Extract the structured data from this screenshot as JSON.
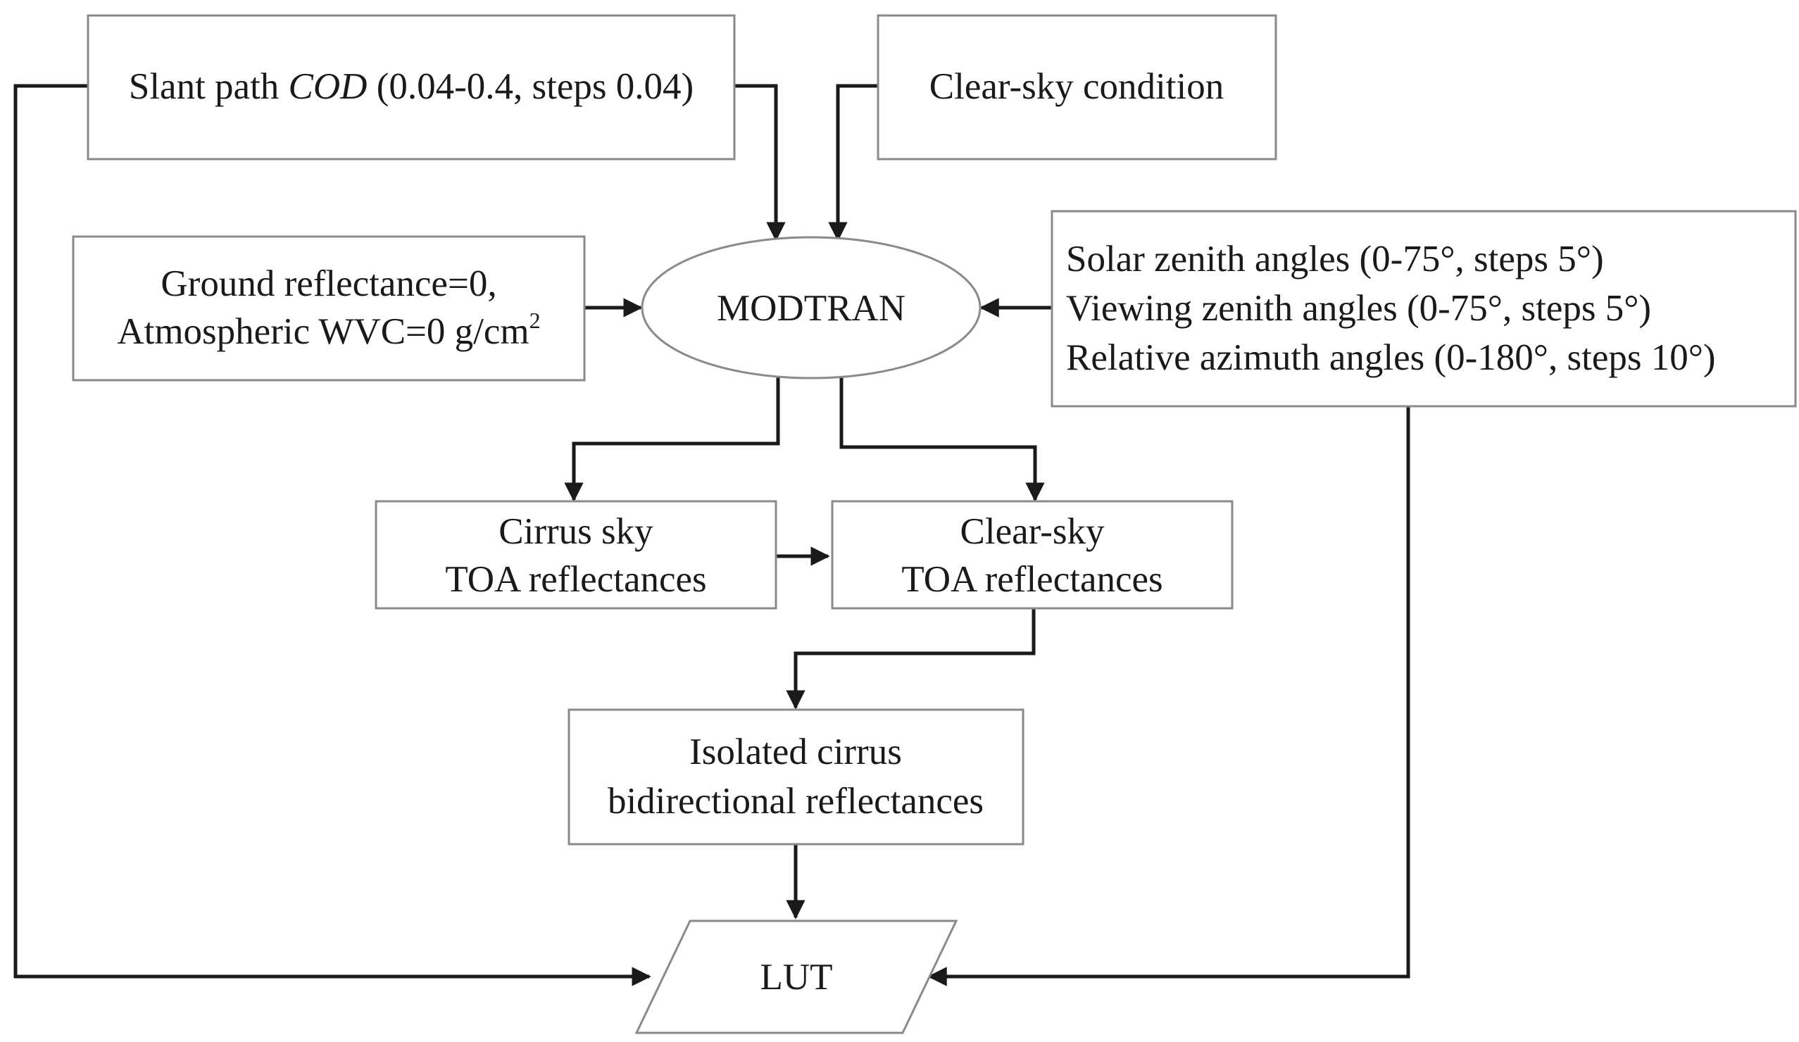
{
  "nodes": {
    "cod": {
      "prefix": "Slant path ",
      "italic": "COD",
      "suffix": " (0.04-0.4, steps 0.04)"
    },
    "clear_sky_condition": {
      "label": "Clear-sky condition"
    },
    "ground": {
      "line1": "Ground reflectance=0,",
      "line2": "Atmospheric WVC=0 g/cm",
      "line2_sup": "2"
    },
    "modtran": {
      "label": "MODTRAN"
    },
    "angles": {
      "line1": "Solar zenith angles (0-75°, steps 5°)",
      "line2": "Viewing zenith angles (0-75°, steps 5°)",
      "line3": "Relative azimuth angles (0-180°, steps 10°)"
    },
    "cirrus_toa": {
      "line1": "Cirrus sky",
      "line2": "TOA reflectances"
    },
    "clear_toa": {
      "line1": "Clear-sky",
      "line2": "TOA reflectances"
    },
    "isolated": {
      "line1": "Isolated cirrus",
      "line2": "bidirectional reflectances"
    },
    "lut": {
      "label": "LUT"
    }
  }
}
